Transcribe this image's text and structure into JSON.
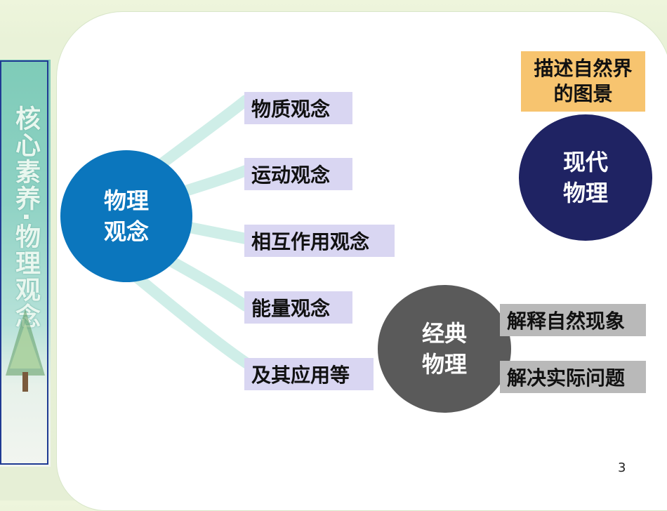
{
  "sidebar": {
    "title": "核心素养·物理观念"
  },
  "center": {
    "label_line1": "物理",
    "label_line2": "观念",
    "color": "#0b76bd"
  },
  "concepts": [
    "物质观念",
    "运动观念",
    "相互作用观念",
    "能量观念",
    "及其应用等"
  ],
  "modern": {
    "label_line1": "现代",
    "label_line2": "物理",
    "color": "#1f2363",
    "desc_line1": "描述自然界",
    "desc_line2": "的图景"
  },
  "classical": {
    "label_line1": "经典",
    "label_line2": "物理",
    "color": "#5a5a5a",
    "items": [
      "解释自然现象",
      "解决实际问题"
    ]
  },
  "page": {
    "number": "3"
  }
}
